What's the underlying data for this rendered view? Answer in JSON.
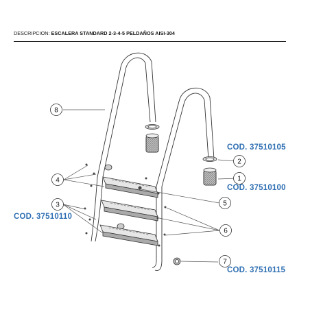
{
  "header": {
    "label": "DESCRIPCION: ",
    "title": "ESCALERA STANDARD 2-3-4-5 PELDAÑOS AISI-304"
  },
  "callouts": {
    "c1": "1",
    "c2": "2",
    "c3": "3",
    "c4": "4",
    "c5": "5",
    "c6": "6",
    "c7": "7",
    "c8": "8"
  },
  "codes": {
    "anchor_top": "COD. 37510105",
    "anchor_bottom": "COD. 37510100",
    "step": "COD. 37510110",
    "end_cap": "COD. 37510115"
  },
  "colors": {
    "code_blue": "#2f6fb3",
    "line": "#333333"
  }
}
